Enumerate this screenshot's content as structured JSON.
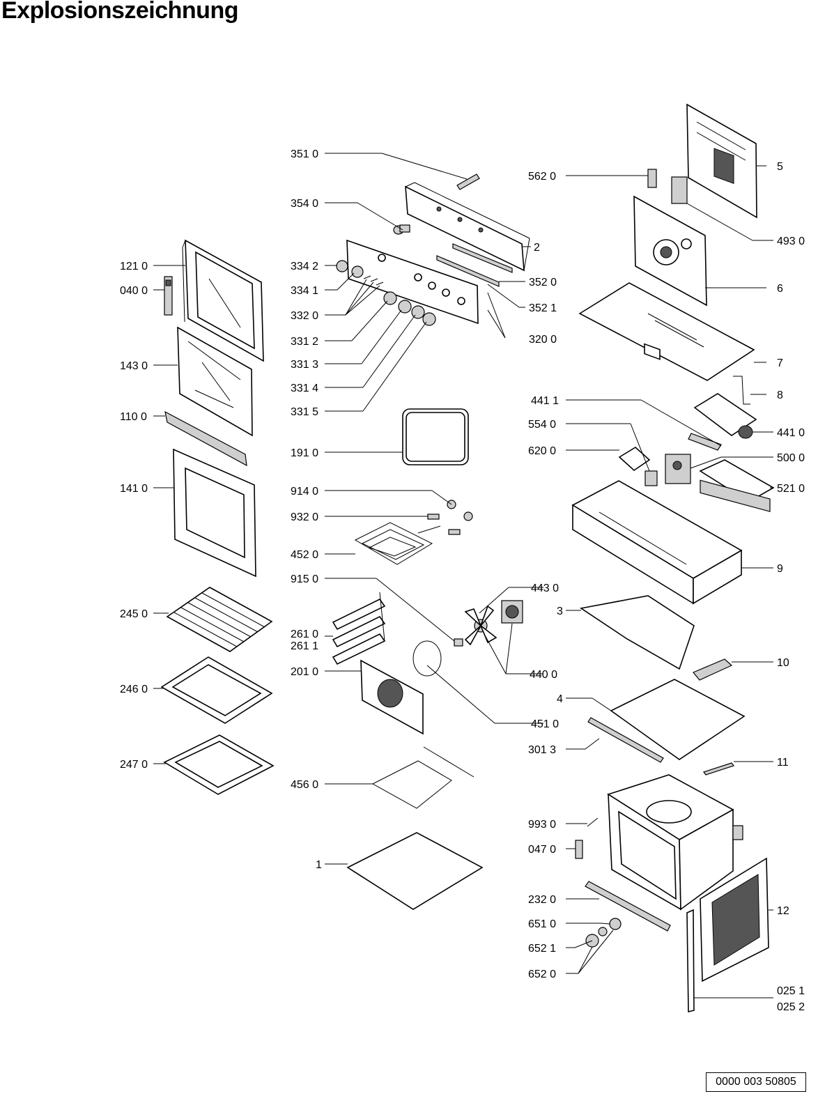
{
  "title": "Explosionszeichnung",
  "document_number": "0000 003 50805",
  "labels": {
    "l351_0": "351 0",
    "l354_0": "354 0",
    "l334_2": "334 2",
    "l334_1": "334 1",
    "l332_0": "332 0",
    "l331_2": "331 2",
    "l331_3": "331 3",
    "l331_4": "331 4",
    "l331_5": "331 5",
    "l2": "2",
    "l352_0": "352 0",
    "l352_1": "352 1",
    "l320_0": "320 0",
    "l121_0": "121 0",
    "l040_0": "040 0",
    "l143_0": "143 0",
    "l110_0": "110 0",
    "l141_0": "141 0",
    "l245_0": "245 0",
    "l246_0": "246 0",
    "l247_0": "247 0",
    "l191_0": "191 0",
    "l914_0": "914 0",
    "l932_0": "932 0",
    "l452_0": "452 0",
    "l915_0": "915 0",
    "l261_0": "261 0",
    "l261_1": "261 1",
    "l201_0": "201 0",
    "l456_0": "456 0",
    "l1": "1",
    "l443_0": "443 0",
    "l440_0": "440 0",
    "l451_0": "451 0",
    "l562_0": "562 0",
    "l5": "5",
    "l493_0": "493 0",
    "l6": "6",
    "l7": "7",
    "l8": "8",
    "l441_1": "441 1",
    "l441_0": "441 0",
    "l554_0": "554 0",
    "l620_0": "620 0",
    "l500_0": "500 0",
    "l521_0": "521 0",
    "l9": "9",
    "l3": "3",
    "l10": "10",
    "l4": "4",
    "l301_3": "301 3",
    "l11": "11",
    "l993_0": "993 0",
    "l047_0": "047 0",
    "l232_0": "232 0",
    "l12": "12",
    "l651_0": "651 0",
    "l652_1": "652 1",
    "l652_0": "652 0",
    "l025_1": "025 1",
    "l025_2": "025 2"
  }
}
